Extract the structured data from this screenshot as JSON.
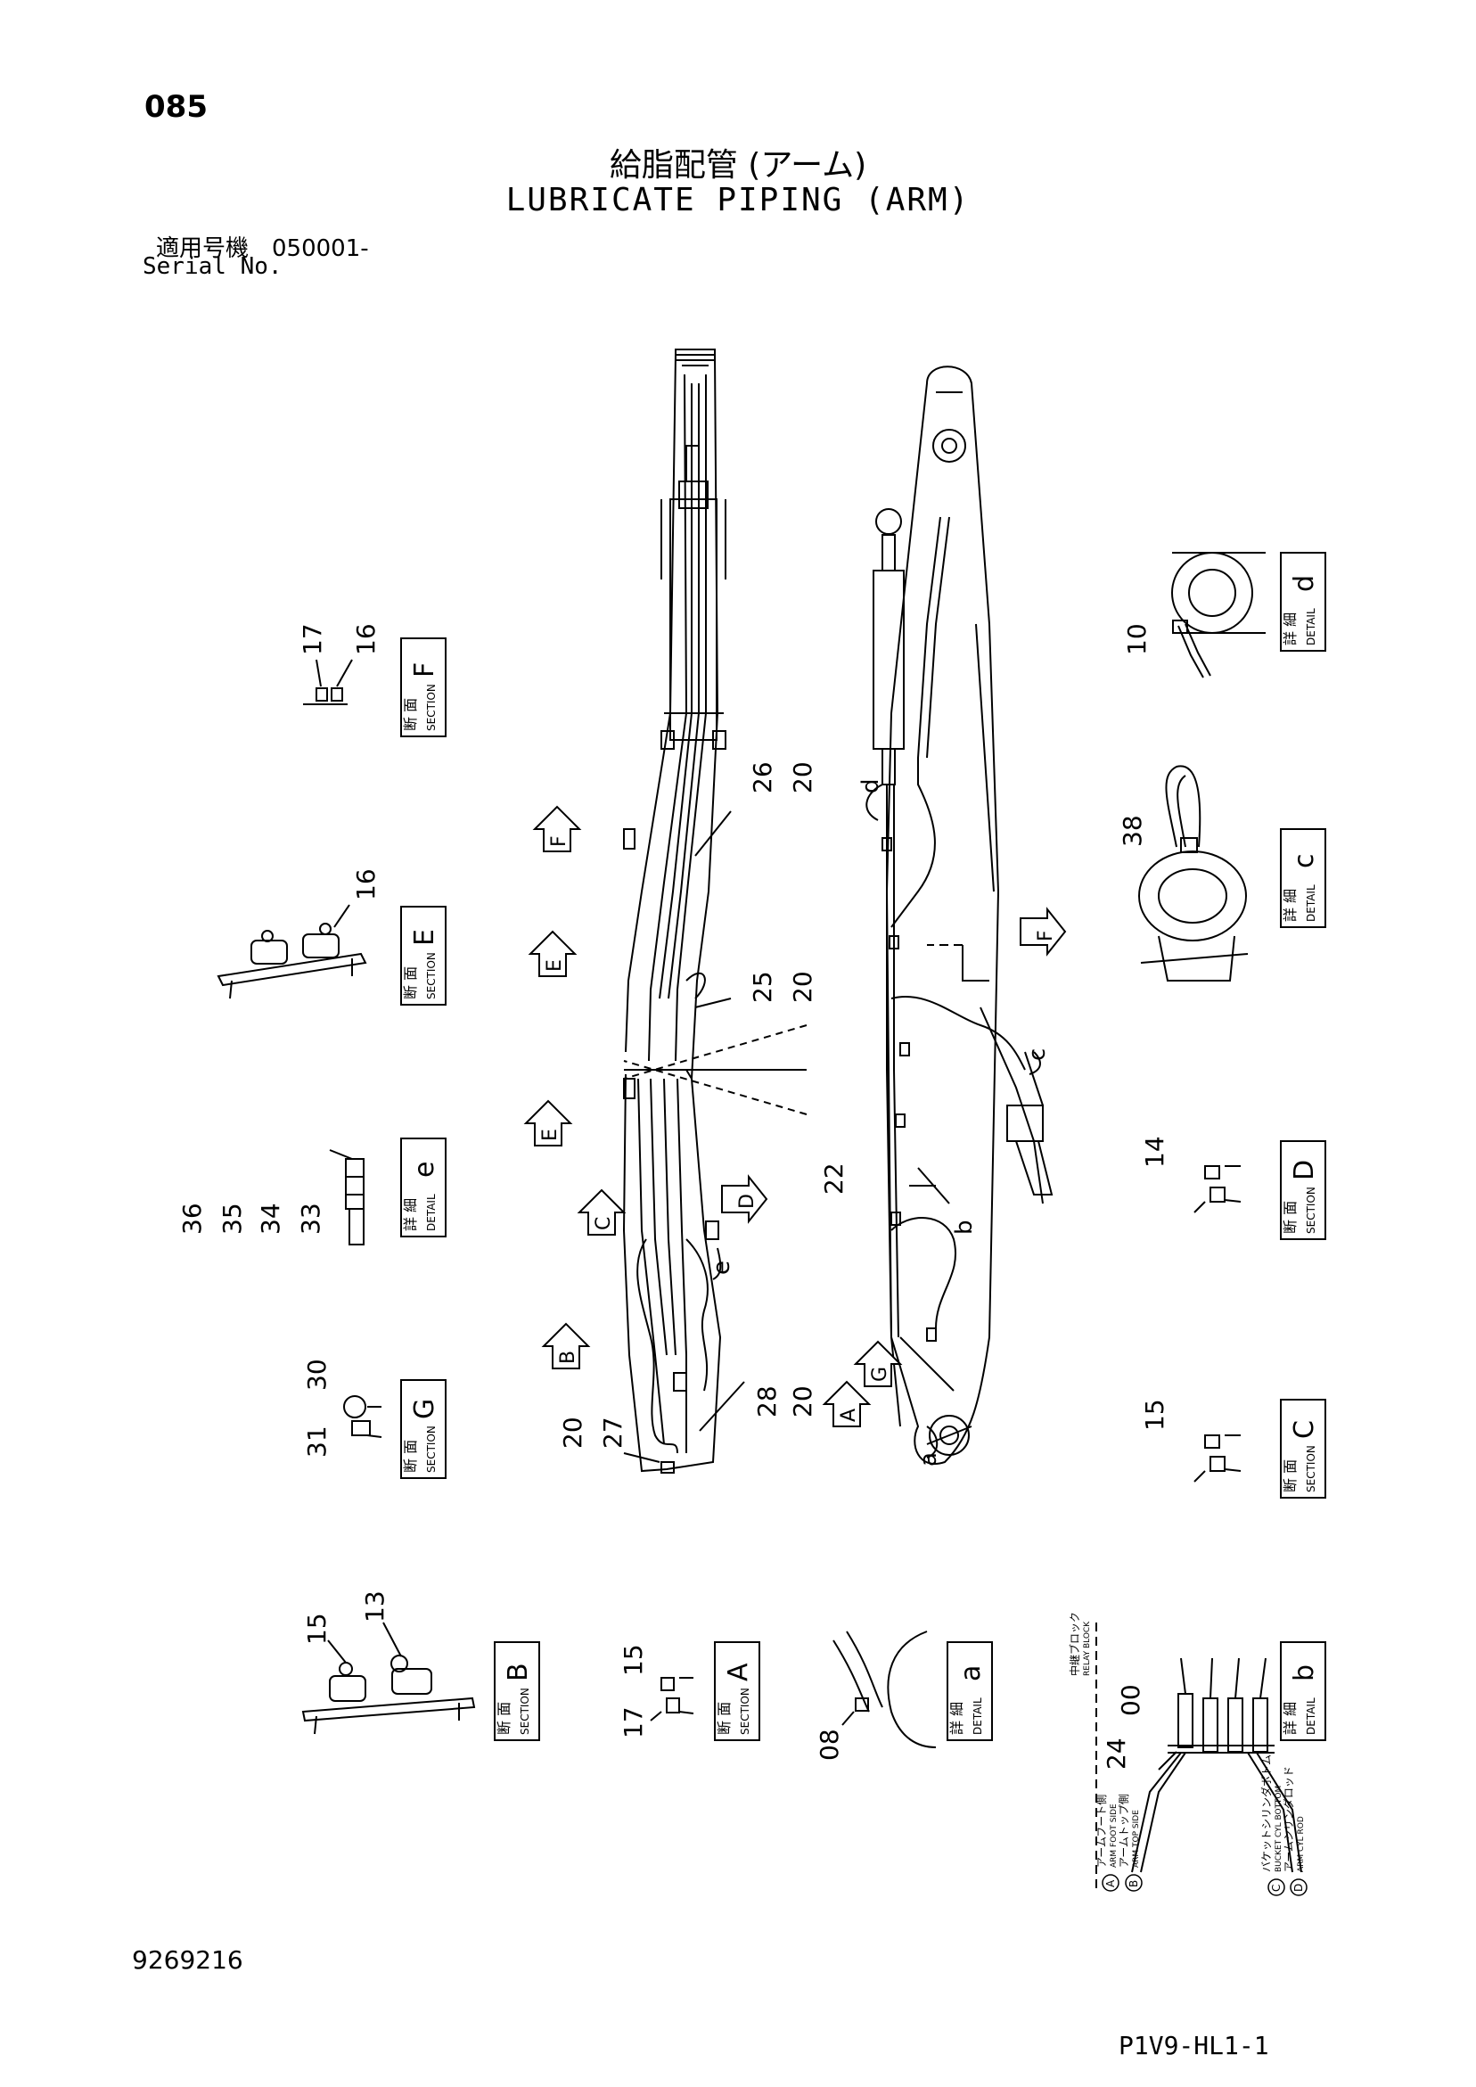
{
  "header": {
    "page_number": "085",
    "title_jp": "給脂配管 (アーム)",
    "title_en": "LUBRICATE PIPING (ARM)",
    "serial_jp": "適用号機　050001-",
    "serial_en": "Serial No."
  },
  "footer": {
    "doc_number": "9269216",
    "page_code": "P1V9-HL1-1"
  },
  "labels": {
    "section_jp": "断 面",
    "section_en": "SECTION",
    "detail_jp": "詳 細",
    "detail_en": "DETAIL"
  },
  "views": {
    "section_F": "F",
    "section_E": "E",
    "detail_e": "e",
    "section_G": "G",
    "section_B": "B",
    "section_A": "A",
    "detail_a": "a",
    "detail_b": "b",
    "detail_d": "d",
    "detail_c": "c",
    "section_D": "D",
    "section_C": "C"
  },
  "arrows": {
    "F1": "F",
    "E1": "E",
    "E2": "E",
    "C1": "C",
    "D1": "D",
    "B1": "B",
    "G1": "G",
    "A1": "A",
    "F2": "F"
  },
  "parts": {
    "p17a": "17",
    "p16a": "16",
    "p16b": "16",
    "p36": "36",
    "p35": "35",
    "p34": "34",
    "p33": "33",
    "p30": "30",
    "p31": "31",
    "p15a": "15",
    "p13": "13",
    "p17b": "17",
    "p15b": "15",
    "p08": "08",
    "p24": "24",
    "p00": "00",
    "p10": "10",
    "p38": "38",
    "p14": "14",
    "p15c": "15",
    "p26": "26",
    "p20a": "20",
    "p25": "25",
    "p20b": "20",
    "p28": "28",
    "p20c": "20",
    "p20d": "20",
    "p27": "27",
    "p22": "22"
  },
  "callouts": {
    "d": "d",
    "b": "b",
    "c": "c",
    "e": "e",
    "a": "a"
  },
  "legend": {
    "A": "A",
    "B": "B",
    "C": "C",
    "D": "D",
    "A_label_jp": "アームフート側",
    "A_label_en": "ARM FOOT SIDE",
    "B_label_jp": "アームトップ側",
    "B_label_en": "ARM TOP SIDE",
    "C_label_jp": "バケットシリンダボトム",
    "C_label_en": "BUCKET CYL BOTTOM",
    "D_label_jp": "アームシリンダロッド",
    "D_label_en": "ARM CYL ROD",
    "top_label_jp": "中継ブロック",
    "top_label_en": "RELAY BLOCK"
  }
}
